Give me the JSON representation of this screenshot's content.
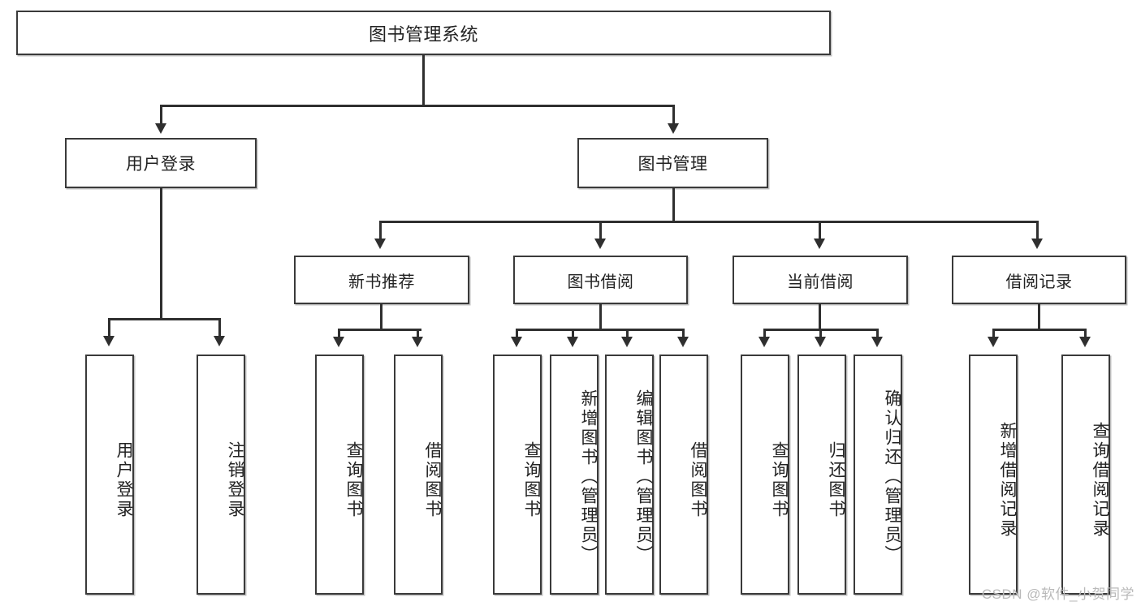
{
  "diagram": {
    "type": "tree-hierarchy-diagram",
    "title": "图书管理系统",
    "root": {
      "label": "图书管理系统"
    },
    "level2": [
      {
        "label": "用户登录"
      },
      {
        "label": "图书管理"
      }
    ],
    "level3": [
      {
        "label": "新书推荐"
      },
      {
        "label": "图书借阅"
      },
      {
        "label": "当前借阅"
      },
      {
        "label": "借阅记录"
      }
    ],
    "leaves": [
      {
        "label": "用户登录"
      },
      {
        "label": "注销登录"
      },
      {
        "label": "查询图书"
      },
      {
        "label": "借阅图书"
      },
      {
        "label": "查询图书"
      },
      {
        "label": "新增图书（管理员）"
      },
      {
        "label": "编辑图书（管理员）"
      },
      {
        "label": "借阅图书"
      },
      {
        "label": "查询图书"
      },
      {
        "label": "归还图书"
      },
      {
        "label": "确认归还（管理员）"
      },
      {
        "label": "新增借阅记录"
      },
      {
        "label": "查询借阅记录"
      }
    ],
    "watermark": "CSDN @软件_小贺同学",
    "colors": {
      "box_border": "#3a3a3a",
      "box_fill": "#ffffff",
      "connector": "#2f2f2f",
      "text": "#222222",
      "watermark": "#b9b9b9",
      "background": "#ffffff"
    }
  }
}
